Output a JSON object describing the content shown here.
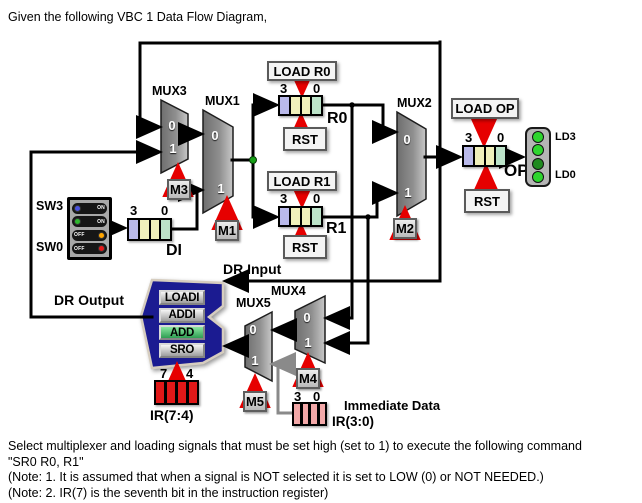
{
  "title": "Given the following VBC 1 Data Flow Diagram,",
  "question": {
    "line1": "Select multiplexer and loading signals that must be set high (set to 1) to execute the following command",
    "line2": "\"SR0 R0, R1\"",
    "line3": "(Note: 1. It is assumed that when a signal is NOT selected it is set to LOW (0) or NOT NEEDED.)",
    "line4": "(Note: 2. IR(7) is the seventh bit in the instruction register)"
  },
  "muxes": {
    "mux3": {
      "label": "MUX3",
      "in0": "0",
      "in1": "1",
      "select": "M3"
    },
    "mux1": {
      "label": "MUX1",
      "in0": "0",
      "in1": "1",
      "select": "M1"
    },
    "mux2": {
      "label": "MUX2",
      "in0": "0",
      "in1": "1",
      "select": "M2"
    },
    "mux4": {
      "label": "MUX4",
      "in0": "0",
      "in1": "1",
      "select": "M4"
    },
    "mux5": {
      "label": "MUX5",
      "in0": "0",
      "in1": "1",
      "select": "M5"
    }
  },
  "registers": {
    "r0": {
      "name": "R0",
      "load": "LOAD R0",
      "reset": "RST",
      "bit_high": "3",
      "bit_low": "0"
    },
    "r1": {
      "name": "R1",
      "load": "LOAD R1",
      "reset": "RST",
      "bit_high": "3",
      "bit_low": "0"
    },
    "op": {
      "name": "OP",
      "load": "LOAD OP",
      "reset": "RST",
      "bit_high": "3",
      "bit_low": "0"
    },
    "di": {
      "name": "DI",
      "bit_high": "3",
      "bit_low": "0"
    },
    "ir74": {
      "label": "IR(7:4)",
      "bit_high": "7",
      "bit_low": "4"
    },
    "ir30": {
      "label": "IR(3:0)",
      "caption": "Immediate Data",
      "bit_high": "3",
      "bit_low": "0"
    }
  },
  "decoder": {
    "ops": [
      {
        "label": "LOADI",
        "active": false
      },
      {
        "label": "ADDI",
        "active": false
      },
      {
        "label": "ADD",
        "active": true
      },
      {
        "label": "SRO",
        "active": false
      }
    ]
  },
  "switches": {
    "top_label": "SW3",
    "bottom_label": "SW0",
    "rows": [
      {
        "label": "ON",
        "dot": "#4a52e0"
      },
      {
        "label": "ON",
        "dot": "#2eb82e"
      },
      {
        "label": "OFF",
        "dot": "#ffa500"
      },
      {
        "label": "OFF",
        "dot": "#e61919"
      }
    ]
  },
  "leds": {
    "top_label": "LD3",
    "bottom_label": "LD0",
    "colors": [
      "#2ed52e",
      "#2ed52e",
      "#1f8a1f",
      "#2ed52e"
    ]
  },
  "wire_labels": {
    "dr_input": "DR Input",
    "dr_output": "DR Output"
  },
  "colors": {
    "wire": "#000000",
    "control_arrow": "#e60000",
    "register_cells": [
      "#b9b9ea",
      "#f0f0bb",
      "#f0f0bb",
      "#bce3c9"
    ],
    "ir_cell": "#e01818",
    "imm_cell": "#f2a8a8",
    "decoder_fill": "#1b1b91",
    "add_active": "#5ecc7a"
  }
}
